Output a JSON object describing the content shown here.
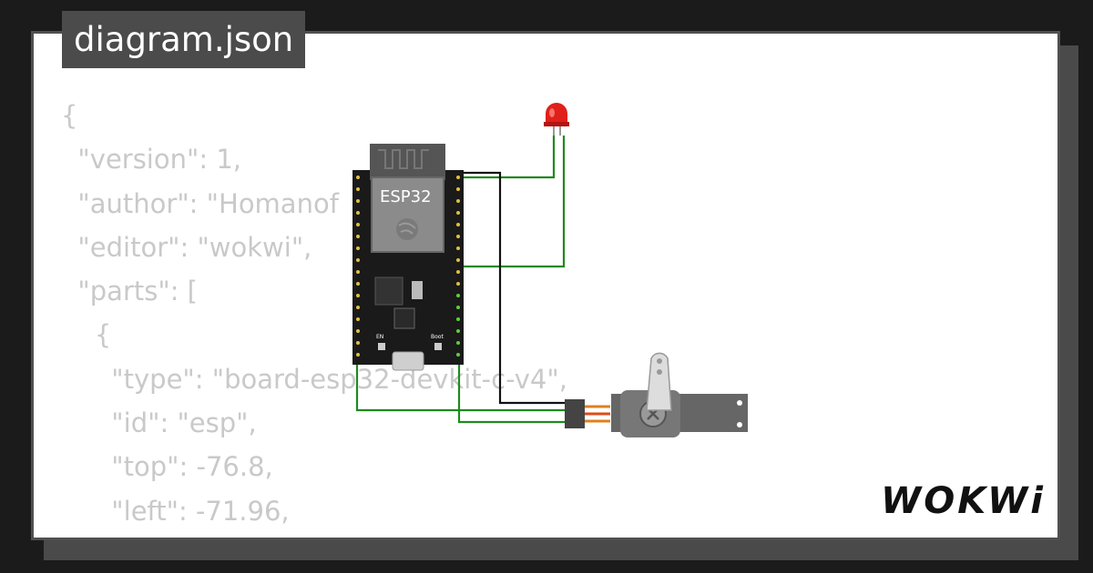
{
  "file_tab": {
    "label": "diagram.json"
  },
  "code_lines": [
    "{",
    "  \"version\": 1,",
    "  \"author\": \"Homanof",
    "  \"editor\": \"wokwi\",",
    "  \"parts\": [",
    "    {",
    "      \"type\": \"board-esp32-devkit-c-v4\",",
    "      \"id\": \"esp\",",
    "      \"top\": -76.8,",
    "      \"left\": -71.96,"
  ],
  "board": {
    "label": "ESP32",
    "button_en": "EN",
    "button_boot": "Boot"
  },
  "brand": {
    "logo": "WOKWi"
  },
  "colors": {
    "wire_green": "#1f8a1f",
    "wire_black": "#111111",
    "led_red": "#e0201b",
    "servo_body": "#666666",
    "board_pcb": "#1a1a1a"
  }
}
